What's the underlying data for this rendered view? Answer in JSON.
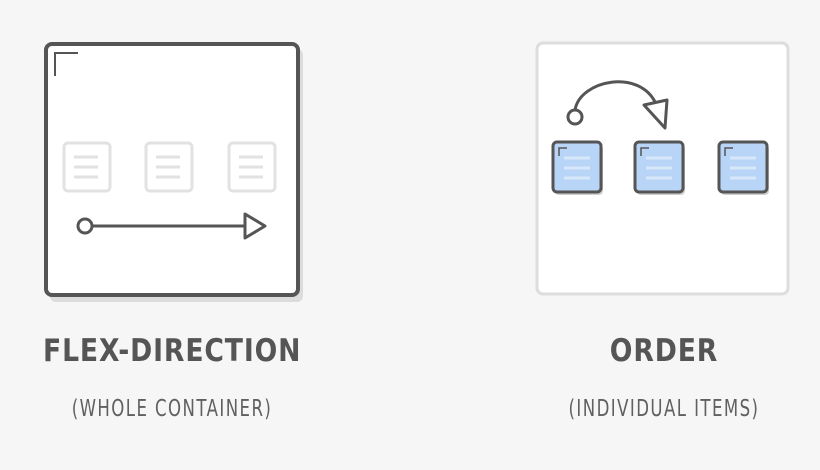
{
  "panels": [
    {
      "title": "FLEX-DIRECTION",
      "subtitle": "(WHOLE CONTAINER)"
    },
    {
      "title": "ORDER",
      "subtitle": "(INDIVIDUAL ITEMS)"
    }
  ],
  "colors": {
    "background": "#f6f6f6",
    "container_border_active": "#555555",
    "container_border_inactive": "#dddddd",
    "item_inactive": "#e4e4e4",
    "item_active_fill": "#b8d4f6",
    "arrow": "#555555"
  }
}
